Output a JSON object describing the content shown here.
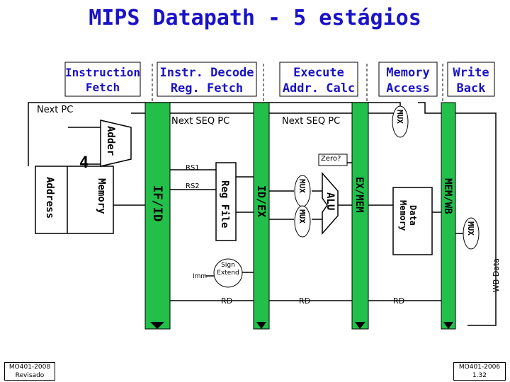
{
  "title": "MIPS Datapath - 5 estágios",
  "stages": {
    "if": "Instruction\nFetch",
    "id": "Instr. Decode\nReg. Fetch",
    "ex": "Execute\nAddr. Calc",
    "mem": "Memory\nAccess",
    "wb": "Write\nBack"
  },
  "labels": {
    "next_pc": "Next PC",
    "next_seq_pc_1": "Next SEQ PC",
    "next_seq_pc_2": "Next SEQ PC",
    "adder": "Adder",
    "four": "4",
    "address": "Address",
    "memory": "Memory",
    "if_id": "IF/ID",
    "rs1": "RS1",
    "rs2": "RS2",
    "reg_file": "Reg File",
    "id_ex": "ID/EX",
    "imm": "Imm",
    "sign_extend": "Sign\nExtend",
    "zero": "Zero?",
    "mux": "MUX",
    "alu": "ALU",
    "ex_mem": "EX/MEM",
    "data_memory": "Data\nMemory",
    "mem_wb": "MEM/WB",
    "wb_data": "WB Data",
    "rd_1": "RD",
    "rd_2": "RD",
    "rd_3": "RD"
  },
  "footer": {
    "left": "MO401-2008\nRevisado",
    "right": "MO401-2006\n1.32"
  },
  "colors": {
    "title": "#1a12c8",
    "pipeline_register": "#22c04a",
    "stage_box": "#ffffff"
  }
}
